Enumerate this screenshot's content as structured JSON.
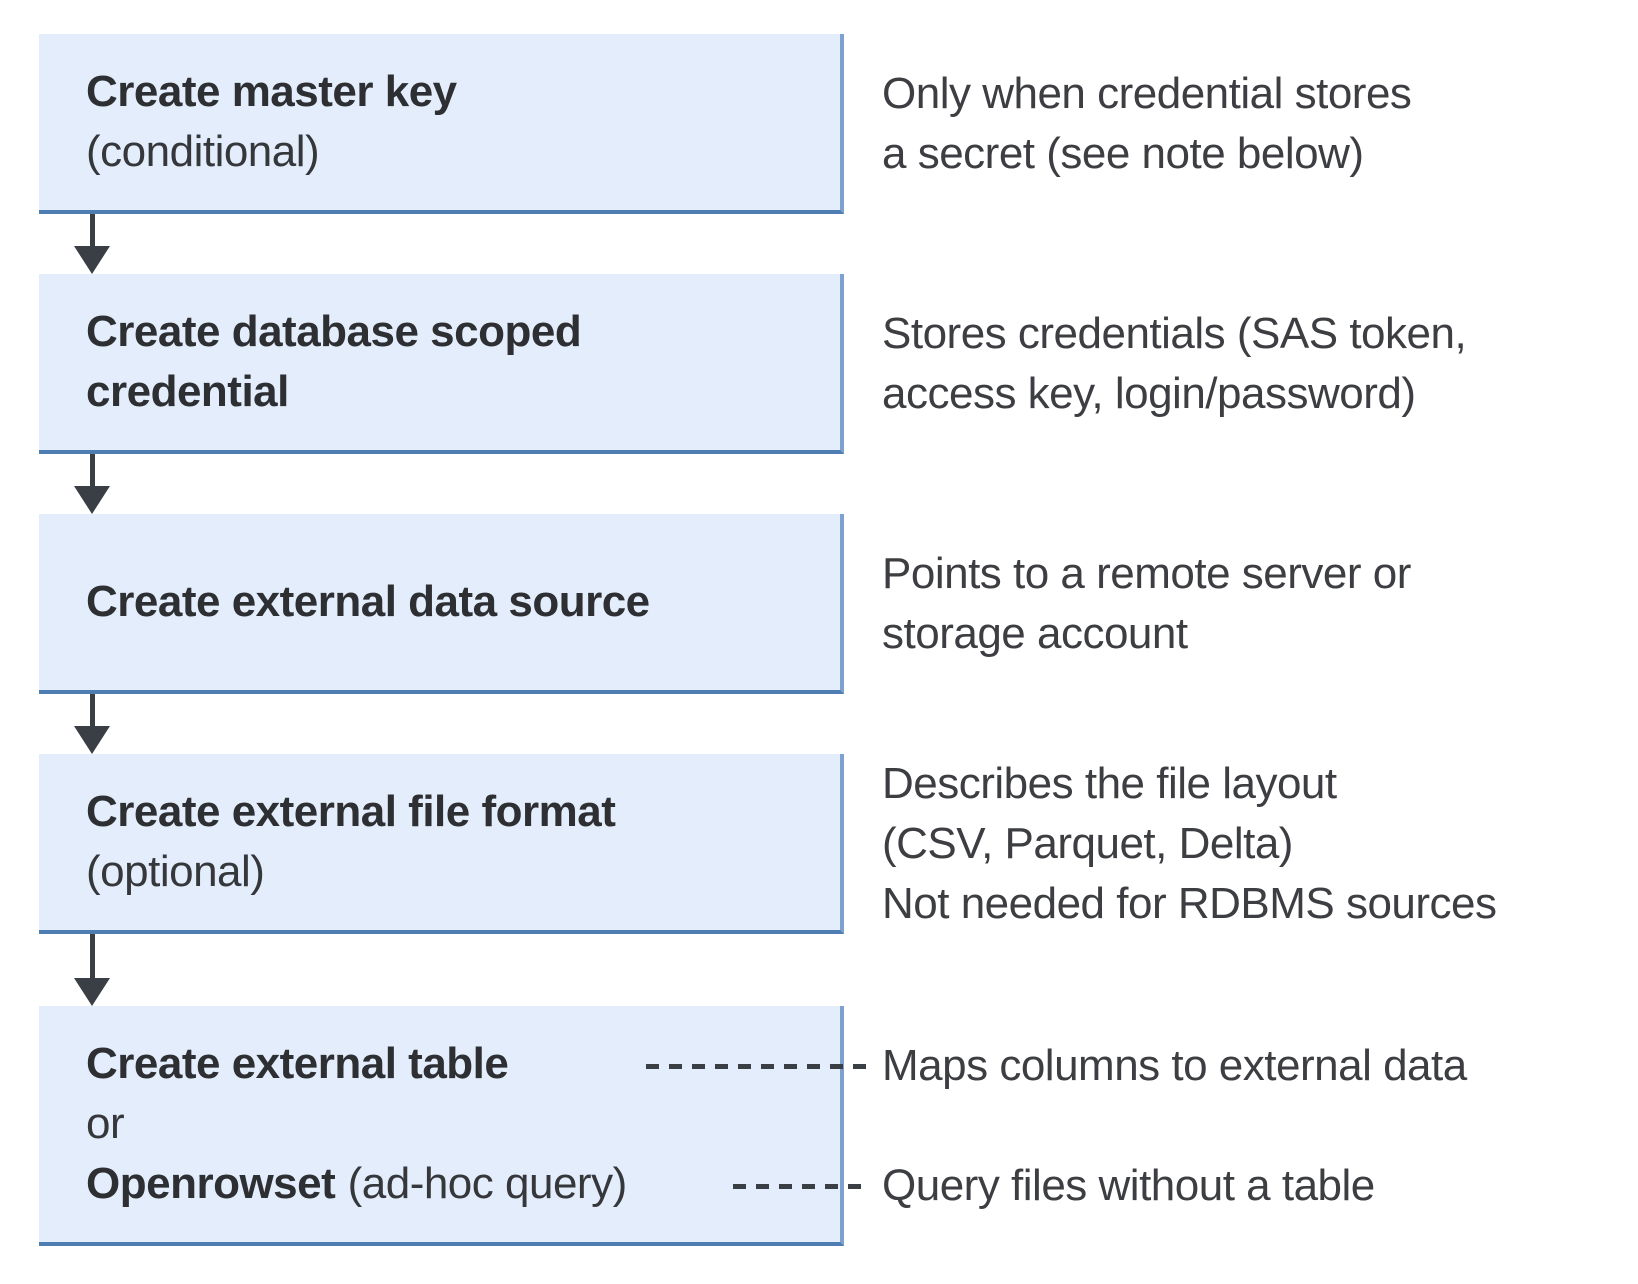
{
  "flow": {
    "step1": {
      "title": "Create master key",
      "note": "(conditional)"
    },
    "step1_desc": {
      "line1": "Only when credential stores",
      "line2": "a secret (see note below)"
    },
    "step2": {
      "title_line1": "Create database scoped",
      "title_line2": "credential"
    },
    "step2_desc": {
      "line1": "Stores credentials (SAS token,",
      "line2": "access key, login/password)"
    },
    "step3": {
      "title": "Create external data source"
    },
    "step3_desc": {
      "line1": "Points to a remote server or",
      "line2": "storage account"
    },
    "step4": {
      "title": "Create external file format",
      "note": "(optional)"
    },
    "step4_desc": {
      "line1": "Describes the file layout",
      "line2": "(CSV, Parquet, Delta)",
      "line3": "Not needed for RDBMS sources"
    },
    "step5": {
      "option1_title": "Create external table",
      "conjunction": "or",
      "option2_title": "Openrowset",
      "option2_suffix": "(ad-hoc query)"
    },
    "step5_desc": {
      "option1": "Maps columns to external data",
      "option2": "Query files without a table"
    }
  },
  "colors": {
    "box_fill": "#e3edfb",
    "box_border_right": "#7da2cf",
    "box_border_bottom": "#4d7db1",
    "arrow": "#3a3f45",
    "dashed_line": "#3a3f45",
    "title_text": "#2d2f33",
    "description_text": "#3c3e42"
  }
}
